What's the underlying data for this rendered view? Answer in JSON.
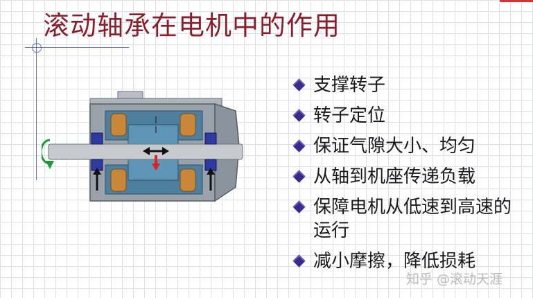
{
  "slide": {
    "title": "滚动轴承在电机中的作用",
    "bullets": [
      {
        "text": "支撑转子"
      },
      {
        "text": "转子定位"
      },
      {
        "text": "保证气隙大小、均匀"
      },
      {
        "text": "从轴到机座传递负载"
      },
      {
        "text": "保障电机从低速到高速的运行"
      },
      {
        "text": "减小摩擦，降低损耗"
      }
    ]
  },
  "watermark": "知乎 @滚动天涯",
  "colors": {
    "title": "#8a1f2c",
    "bullet": "#3b2a8c",
    "grid": "#dcdfe6",
    "motor_housing": "#9aa3ab",
    "rotor_core": "#5f96b8",
    "shaft": "#c7cbd0",
    "arrow_red": "#e02020",
    "arrow_green": "#1a9a3a"
  }
}
